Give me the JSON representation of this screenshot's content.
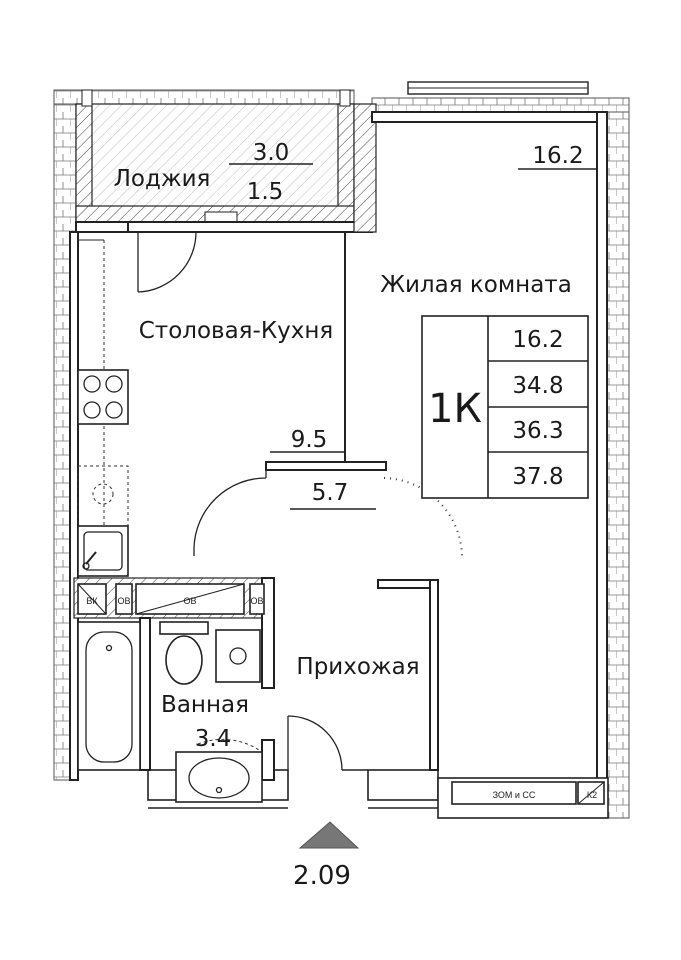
{
  "rooms": {
    "loggia": {
      "name": "Лоджия",
      "area_top": "3.0",
      "area_bottom": "1.5"
    },
    "kitchen": {
      "name": "Столовая-Кухня",
      "area": "9.5"
    },
    "living": {
      "name": "Жилая комната",
      "area": "16.2"
    },
    "hall": {
      "name": "Прихожая",
      "area": "5.7"
    },
    "bath": {
      "name": "Ванная",
      "area": "3.4"
    }
  },
  "summary": {
    "type": "1К",
    "living_area": "16.2",
    "area_1": "34.8",
    "area_2": "36.3",
    "area_3": "37.8"
  },
  "markers": {
    "entrance_level": "2.09",
    "bk": "ВК",
    "ov": "ОВ",
    "zom": "ЗОМ и СС",
    "k2": "К2"
  },
  "colors": {
    "line": "#222222",
    "background": "#ffffff"
  }
}
